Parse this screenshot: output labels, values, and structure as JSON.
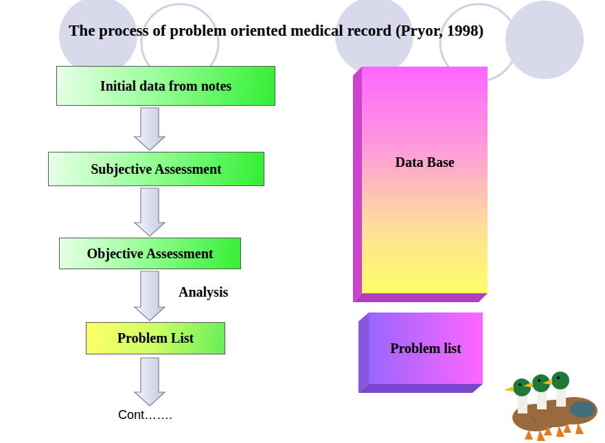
{
  "diagram": {
    "title": "The process of problem oriented medical record (Pryor, 1998)",
    "nodes": [
      {
        "text": [
          "Initial data from notes"
        ]
      },
      {
        "text": [
          "Subjective Assessment"
        ]
      },
      {
        "text": [
          "Objective Assessment"
        ]
      },
      {
        "text": [
          "Problem List"
        ]
      },
      {
        "text": [
          "Data Base"
        ]
      },
      {
        "text": [
          "Problem list"
        ]
      }
    ],
    "edges": [
      {
        "from": 0,
        "to": 1,
        "arrow": "to"
      },
      {
        "from": 1,
        "to": 2,
        "arrow": "to"
      },
      {
        "from": 2,
        "to": 3,
        "label": "Analysis",
        "arrow": "to"
      }
    ],
    "labels": [
      "Cont……."
    ]
  }
}
